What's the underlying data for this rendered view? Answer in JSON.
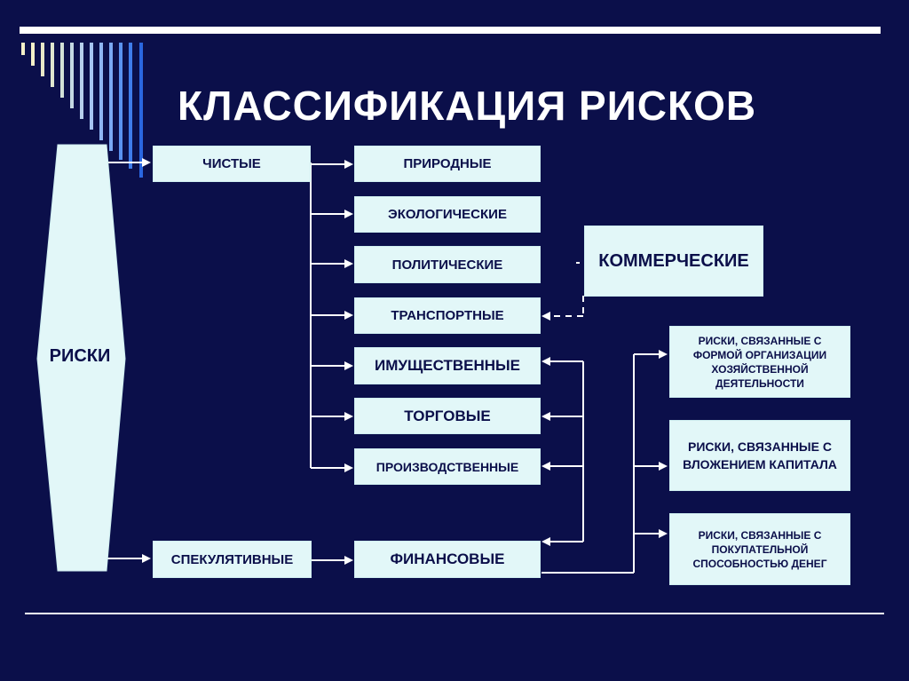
{
  "title": "КЛАССИФИКАЦИЯ РИСКОВ",
  "colors": {
    "background": "#0b0f4a",
    "box_fill": "#e2f7f8",
    "line": "#ffffff",
    "text": "#0b0f4a"
  },
  "root": "РИСКИ",
  "level1": {
    "pure": "ЧИСТЫЕ",
    "speculative": "СПЕКУЛЯТИВНЫЕ"
  },
  "pure_types": [
    "ПРИРОДНЫЕ",
    "ЭКОЛОГИЧЕСКИЕ",
    "ПОЛИТИЧЕСКИЕ",
    "ТРАНСПОРТНЫЕ",
    "ИМУЩЕСТВЕННЫЕ",
    "ТОРГОВЫЕ",
    "ПРОИЗВОДСТВЕННЫЕ"
  ],
  "financial": "ФИНАНСОВЫЕ",
  "commercial": "КОММЕРЧЕСКИЕ",
  "financial_types": [
    "РИСКИ, СВЯЗАННЫЕ С ФОРМОЙ ОРГАНИЗАЦИИ ХОЗЯЙСТВЕННОЙ ДЕЯТЕЛЬНОСТИ",
    "РИСКИ, СВЯЗАННЫЕ С ВЛОЖЕНИЕМ КАПИТАЛА",
    "РИСКИ, СВЯЗАННЫЕ С ПОКУПАТЕЛЬНОЙ СПОСОБНОСТЬЮ ДЕНЕГ"
  ]
}
